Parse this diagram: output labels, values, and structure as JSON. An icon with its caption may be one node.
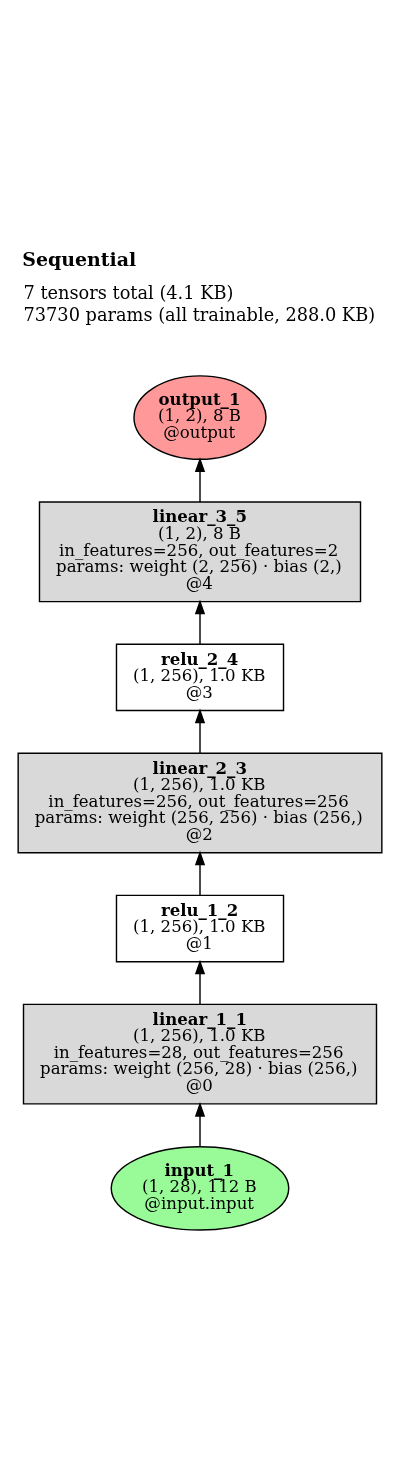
{
  "diagram": {
    "title": "Sequential",
    "nodes": [
      {
        "text": [
          "output_1",
          "(1, 2), 8 B",
          "@output"
        ]
      },
      {
        "text": [
          "linear_3_5",
          "(1, 2), 8 B",
          "in_features=256, out_features=2",
          "params: weight (2, 256) · bias (2,)",
          "@4"
        ]
      },
      {
        "text": [
          "relu_2_4",
          "(1, 256), 1.0 KB",
          "@3"
        ]
      },
      {
        "text": [
          "linear_2_3",
          "(1, 256), 1.0 KB",
          "in_features=256, out_features=256",
          "params: weight (256, 256) · bias (256,)",
          "@2"
        ]
      },
      {
        "text": [
          "relu_1_2",
          "(1, 256), 1.0 KB",
          "@1"
        ]
      },
      {
        "text": [
          "linear_1_1",
          "(1, 256), 1.0 KB",
          "in_features=28, out_features=256",
          "params: weight (256, 28) · bias (256,)",
          "@0"
        ]
      },
      {
        "text": [
          "input_1",
          "(1, 28), 112 B",
          "@input.input"
        ]
      }
    ],
    "edges": [
      {
        "from": 6,
        "to": 5,
        "arrow": "to"
      },
      {
        "from": 5,
        "to": 4,
        "arrow": "to"
      },
      {
        "from": 4,
        "to": 3,
        "arrow": "to"
      },
      {
        "from": 3,
        "to": 2,
        "arrow": "to"
      },
      {
        "from": 2,
        "to": 1,
        "arrow": "to"
      },
      {
        "from": 1,
        "to": 0,
        "arrow": "to"
      }
    ],
    "labels": [
      "7 tensors total (4.1 KB)",
      "73730 params (all trainable, 288.0 KB)"
    ]
  }
}
